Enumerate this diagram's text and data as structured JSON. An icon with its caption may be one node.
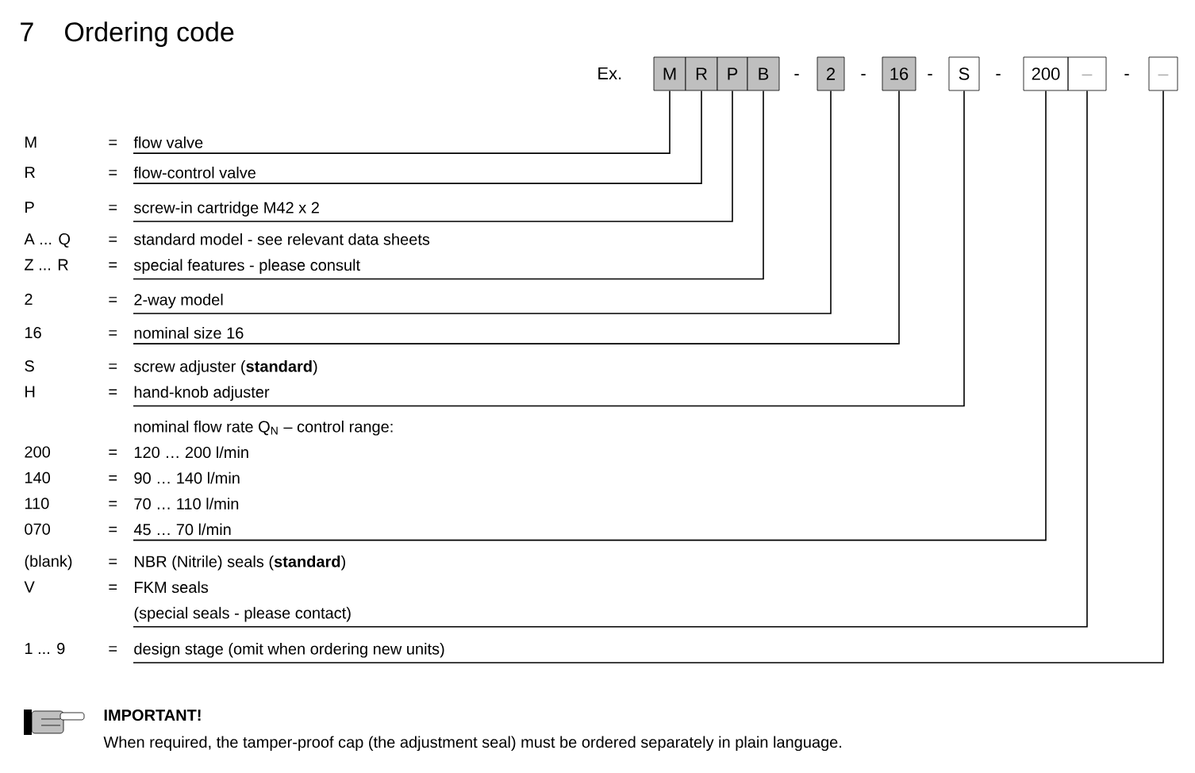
{
  "diagram": {
    "title": "Ordering code",
    "nodes": [
      {
        "text": [
          "M"
        ]
      },
      {
        "text": [
          "R"
        ]
      },
      {
        "text": [
          "P"
        ]
      },
      {
        "text": [
          "B"
        ]
      },
      {
        "text": [
          "2"
        ]
      },
      {
        "text": [
          "16"
        ]
      },
      {
        "text": [
          "S"
        ]
      },
      {
        "text": [
          "200"
        ]
      },
      {
        "text": [
          "_"
        ]
      },
      {
        "text": [
          "_"
        ]
      },
      {
        "text": [
          "flow valve"
        ]
      },
      {
        "text": [
          "flow-control valve"
        ]
      },
      {
        "text": [
          "screw-in cartridge M42 x 2"
        ]
      },
      {
        "text": [
          "standard model - see relevant data sheets",
          "special features - please consult"
        ]
      },
      {
        "text": [
          "2-way model"
        ]
      },
      {
        "text": [
          "nominal size 16"
        ]
      },
      {
        "text": [
          "screw adjuster (**standard**)",
          "hand-knob adjuster"
        ]
      },
      {
        "text": [
          "nominal flow rate Q$_{N}$ – control range:",
          "120 … 200 l/min",
          "90 … 140 l/min",
          "70 … 110 l/min",
          "45 … 70 l/min"
        ]
      },
      {
        "text": [
          "NBR (Nitrile) seals  (**standard**)",
          "FKM seals",
          "(special seals - please contact)"
        ]
      },
      {
        "text": [
          "design stage (omit when ordering new units)"
        ]
      }
    ],
    "edges": [
      {
        "from": 0,
        "to": 10,
        "arrow": "none"
      },
      {
        "from": 1,
        "to": 11,
        "arrow": "none"
      },
      {
        "from": 2,
        "to": 12,
        "arrow": "none"
      },
      {
        "from": 3,
        "to": 13,
        "arrow": "none"
      },
      {
        "from": 4,
        "to": 14,
        "arrow": "none"
      },
      {
        "from": 5,
        "to": 15,
        "arrow": "none"
      },
      {
        "from": 6,
        "to": 16,
        "arrow": "none"
      },
      {
        "from": 7,
        "to": 17,
        "arrow": "none"
      },
      {
        "from": 8,
        "to": 18,
        "arrow": "none"
      },
      {
        "from": 9,
        "to": 19,
        "arrow": "none"
      }
    ],
    "labels": [
      "7",
      "Ex.",
      "-",
      "-",
      "-",
      "-",
      "-",
      "M",
      "=",
      "R",
      "=",
      "P",
      "=",
      "A ... Q",
      "=",
      "Z ... R",
      "=",
      "2",
      "=",
      "16",
      "=",
      "S",
      "=",
      "H",
      "=",
      "200",
      "=",
      "140",
      "=",
      "110",
      "=",
      "070",
      "=",
      "(blank)",
      "=",
      "V",
      "=",
      "1 ... 9",
      "=",
      "IMPORTANT!",
      "When required, the tamper-proof cap (the adjustment seal) must be ordered separately in plain language."
    ]
  }
}
